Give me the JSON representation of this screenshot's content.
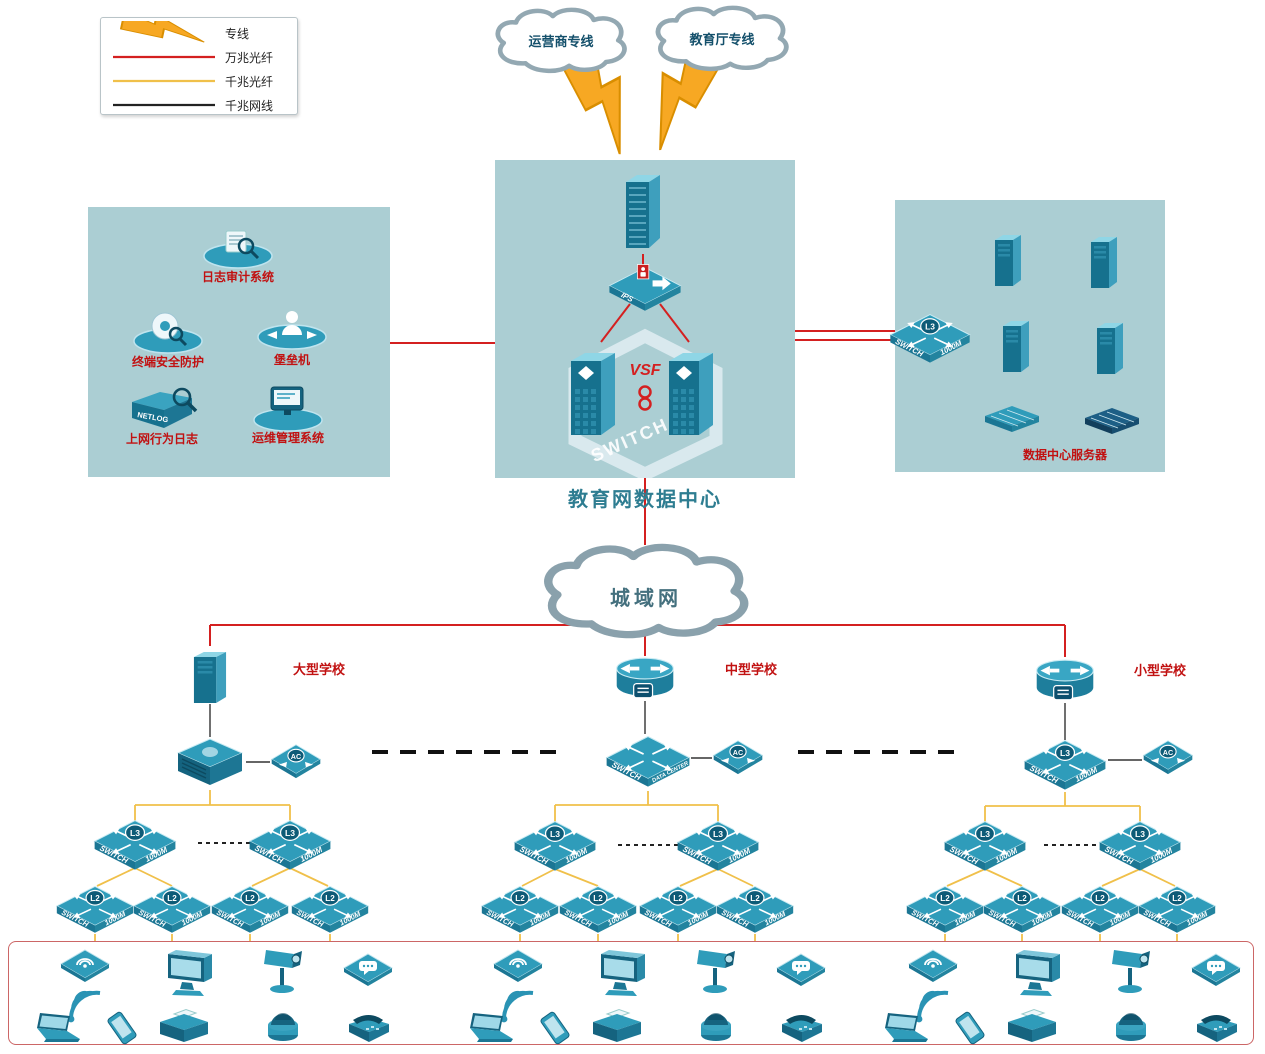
{
  "legend": {
    "items": [
      {
        "label": "专线",
        "type": "lightning-icon",
        "color": "#f7a823"
      },
      {
        "label": "万兆光纤",
        "type": "line-sample",
        "color": "#d42020"
      },
      {
        "label": "千兆光纤",
        "type": "line-sample",
        "color": "#f0c04a"
      },
      {
        "label": "千兆网线",
        "type": "line-sample",
        "color": "#222222"
      }
    ]
  },
  "clouds": {
    "operator": "运营商专线",
    "education": "教育厅专线",
    "metro": "城域网"
  },
  "datacenter": {
    "title": "教育网数据中心",
    "vsf_label": "VSF",
    "switch_label": "SWITCH",
    "ips_label": "IPS"
  },
  "security_zone": {
    "systems": [
      {
        "label": "日志审计系统",
        "icon": "log-audit-icon"
      },
      {
        "label": "终端安全防护",
        "icon": "terminal-security-icon"
      },
      {
        "label": "堡垒机",
        "icon": "bastion-host-icon"
      },
      {
        "label": "上网行为日志",
        "icon": "netlog-icon",
        "device_text": "NETLOG"
      },
      {
        "label": "运维管理系统",
        "icon": "ops-management-icon"
      }
    ]
  },
  "server_zone": {
    "label": "数据中心服务器",
    "switch": {
      "badge": "L3",
      "t1": "SWITCH",
      "t2": "1000M"
    }
  },
  "schools": [
    {
      "name": "大型学校",
      "head_icon": "server-icon",
      "core_icon": "security-gateway-icon",
      "ac_label": "AC",
      "aggregation": [
        {
          "badge": "L3",
          "t1": "SWITCH",
          "t2": "1000M"
        },
        {
          "badge": "L3",
          "t1": "SWITCH",
          "t2": "1000M"
        }
      ],
      "access": [
        {
          "badge": "L2",
          "t1": "SWITCH",
          "t2": "1000M"
        },
        {
          "badge": "L2",
          "t1": "SWITCH",
          "t2": "1000M"
        },
        {
          "badge": "L2",
          "t1": "SWITCH",
          "t2": "1000M"
        },
        {
          "badge": "L2",
          "t1": "SWITCH",
          "t2": "1000M"
        }
      ]
    },
    {
      "name": "中型学校",
      "head_icon": "router-icon",
      "core_icon": "datacenter-switch-icon",
      "core": {
        "t1": "SWITCH",
        "t2": "DATA CENTER"
      },
      "ac_label": "AC",
      "aggregation": [
        {
          "badge": "L3",
          "t1": "SWITCH",
          "t2": "1000M"
        },
        {
          "badge": "L3",
          "t1": "SWITCH",
          "t2": "1000M"
        }
      ],
      "access": [
        {
          "badge": "L2",
          "t1": "SWITCH",
          "t2": "1000M"
        },
        {
          "badge": "L2",
          "t1": "SWITCH",
          "t2": "1000M"
        },
        {
          "badge": "L2",
          "t1": "SWITCH",
          "t2": "1000M"
        },
        {
          "badge": "L2",
          "t1": "SWITCH",
          "t2": "1000M"
        }
      ]
    },
    {
      "name": "小型学校",
      "head_icon": "router-icon",
      "core_icon": "l3-switch-icon",
      "core": {
        "badge": "L3",
        "t1": "SWITCH",
        "t2": "1000M"
      },
      "ac_label": "AC",
      "aggregation": [
        {
          "badge": "L3",
          "t1": "SWITCH",
          "t2": "1000M"
        },
        {
          "badge": "L3",
          "t1": "SWITCH",
          "t2": "1000M"
        }
      ],
      "access": [
        {
          "badge": "L2",
          "t1": "SWITCH",
          "t2": "1000M"
        },
        {
          "badge": "L2",
          "t1": "SWITCH",
          "t2": "1000M"
        },
        {
          "badge": "L2",
          "t1": "SWITCH",
          "t2": "1000M"
        },
        {
          "badge": "L2",
          "t1": "SWITCH",
          "t2": "1000M"
        }
      ]
    }
  ],
  "end_devices": [
    "wireless-ap",
    "desktop-pc",
    "ptz-camera",
    "voip-terminal",
    "wifi-signal",
    "laptop",
    "smartphone",
    "printer",
    "dome-camera",
    "desk-phone"
  ],
  "colors": {
    "fiber10g": "#d42020",
    "fiber1g": "#f0c04a",
    "copper": "#222222",
    "zone_bg": "#abced3",
    "device_teal": "#2f9cba",
    "label_red": "#c11111"
  }
}
